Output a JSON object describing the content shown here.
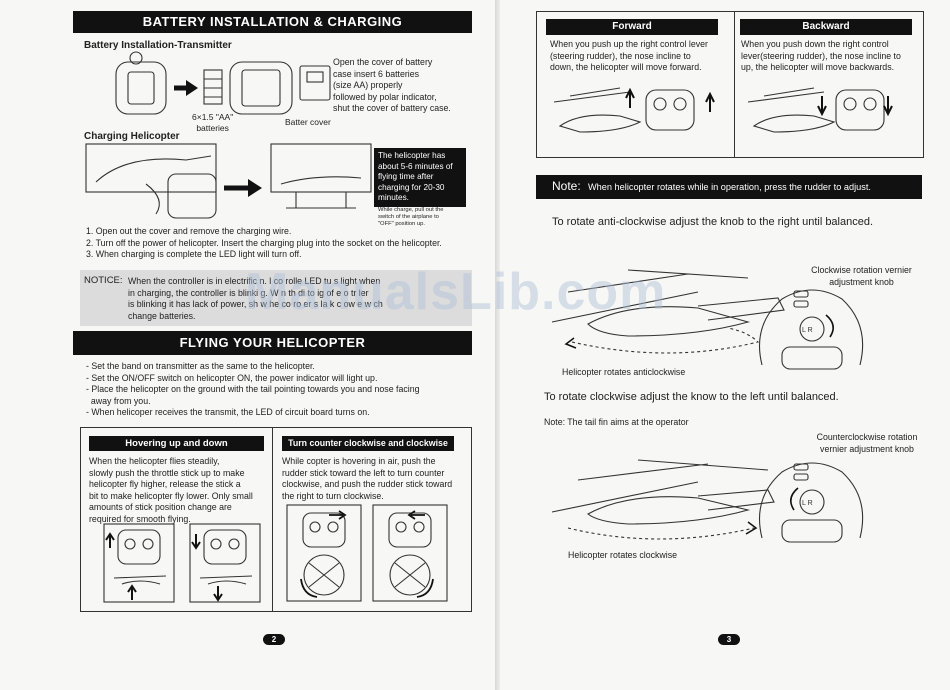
{
  "left": {
    "battery_banner": "BATTERY INSTALLATION & CHARGING",
    "transmitter_heading": "Battery Installation-Transmitter",
    "transmitter_text": [
      "Open the cover of battery",
      "case insert 6 batteries",
      "(size AA) properly",
      "followed by polar indicator,",
      "shut the cover of battery case."
    ],
    "battery_label": [
      "6×1.5 \"AA\"",
      "batteries"
    ],
    "cover_label": "Batter cover",
    "charging_heading": "Charging Helicopter",
    "charging_callout": [
      "The helicopter has",
      "about 5-6 minutes of",
      "flying time after",
      "charging for 20-30",
      "minutes."
    ],
    "charging_note": [
      "While charge, pull out the",
      "switch of the airplane to",
      "\"OFF\" position up."
    ],
    "charging_steps": [
      "1. Open out the cover and remove the charging wire.",
      "2. Turn off the power of helicopter. Insert the charging plug into the socket on the helicopter.",
      "3. When charging is complete the LED light will turn off."
    ],
    "notice_label": "NOTICE:",
    "notice_lines": [
      "When the controller is in electrific  n.  l  co  rolle  LED tu  s  light  when",
      "in charging, the controller is blinki  g.  W  n  th   di  to  ig    of    e  o  tr  ler",
      "is blinking it has lack of power, sh  w  he  co  ro  er s  la  k  c  ow  e  w    ch",
      "change batteries."
    ],
    "flying_banner": "FLYING YOUR HELICOPTER",
    "flying_steps": [
      "- Set the band on transmitter as the same to the helicopter.",
      "- Set the ON/OFF switch on helicopter ON, the power indicator will light up.",
      "- Place the helicopter on the ground with the tail pointing towards you and nose facing",
      "  away from you.",
      "- When helicoper receives the transmit, the LED of circuit board turns on."
    ],
    "hover_title": "Hovering up and down",
    "hover_text": [
      "When the helicopter flies steadily,",
      "slowly  push the throttle stick up to make",
      "helicopter fly higher,  release the stick a",
      "bit to make helicopter fly lower. Only small",
      "amounts of stick position change are",
      "required for smooth flying."
    ],
    "turn_title": "Turn counter clockwise and clockwise",
    "turn_text": [
      "While copter is hovering in air, push the",
      "rudder stick toward  the  left to turn counter",
      "clockwise, and push the rudder stick toward",
      "the right to turn clockwise."
    ],
    "page_number": "2"
  },
  "right": {
    "forward_title": "Forward",
    "forward_text": [
      "When you push up the right control lever",
      "(steering rudder), the nose incline to",
      "down, the helicopter will move forward."
    ],
    "backward_title": "Backward",
    "backward_text": [
      "When you push down the right control",
      "lever(steering rudder), the nose incline to",
      "up, the helicopter will move backwards."
    ],
    "note_label": "Note:",
    "note_text": "When helicopter rotates while in operation, press the rudder to adjust.",
    "anticlockwise_instruction": "To rotate anti-clockwise adjust the knob to the right until balanced.",
    "clockwise_knob_label": [
      "Clockwise rotation vernier",
      "adjustment knob"
    ],
    "anticlockwise_caption": "Helicopter rotates anticlockwise",
    "clockwise_instruction": "To rotate clockwise adjust the know to the left until balanced.",
    "tail_note": "Note: The tail fin aims at the operator",
    "counter_knob_label": [
      "Counterclockwise rotation",
      "vernier adjustment knob"
    ],
    "clockwise_caption": "Helicopter rotates clockwise",
    "knob_letters": "L  R",
    "page_number": "3"
  },
  "watermark": "ManualsLib.com"
}
